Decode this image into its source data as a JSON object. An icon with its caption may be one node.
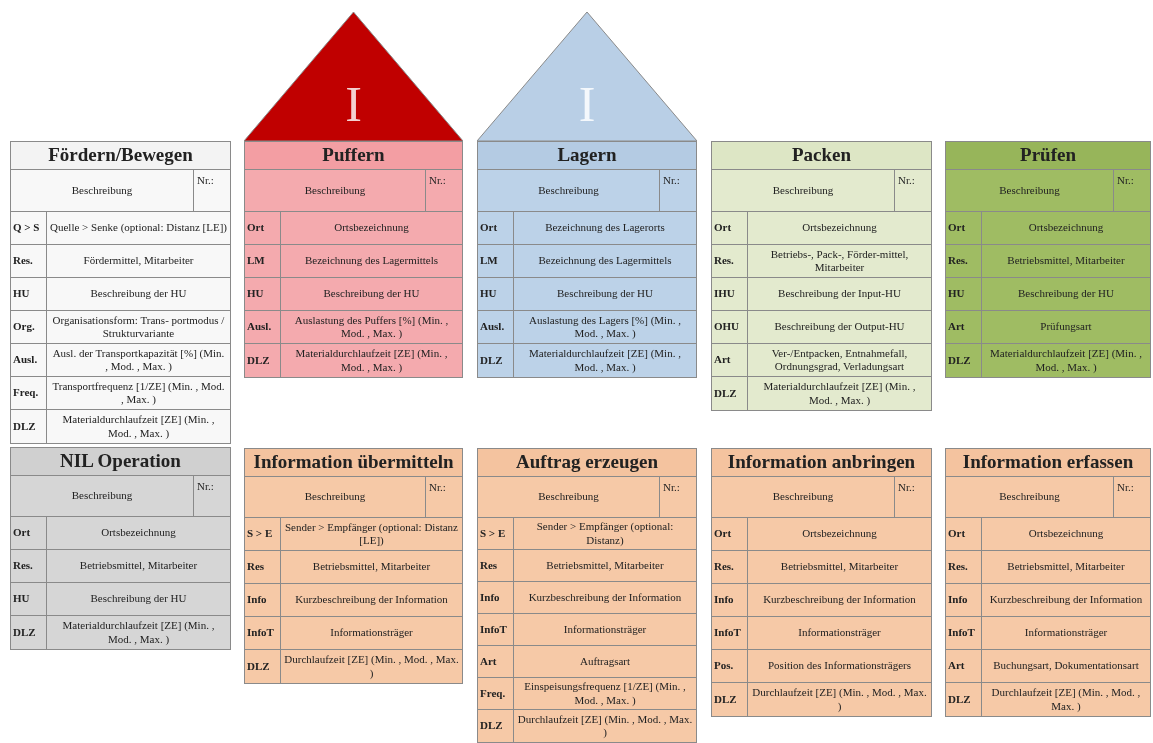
{
  "diagram": {
    "nodes": [
      {
        "text": [
          "I"
        ]
      },
      {
        "text": [
          "I"
        ]
      },
      {
        "text": [
          "Fördern/Bewegen",
          "Beschreibung",
          "Nr.:",
          "Q > S",
          "Quelle > Senke (optional: Distanz [LE])",
          "Res.",
          "Fördermittel, Mitarbeiter",
          "HU",
          "Beschreibung der HU",
          "Org.",
          "Organisationsform: Trans- portmodus / Strukturvariante",
          "Ausl.",
          "Ausl. der Transportkapazität [%] (Min. , Mod. , Max. )",
          "Freq.",
          "Transportfrequenz [1/ZE] (Min. , Mod. , Max. )",
          "DLZ",
          "Materialdurchlaufzeit [ZE] (Min. , Mod. , Max. )"
        ]
      },
      {
        "text": [
          "Puffern",
          "Beschreibung",
          "Nr.:",
          "Ort",
          "Ortsbezeichnung",
          "LM",
          "Bezeichnung des Lagermittels",
          "HU",
          "Beschreibung der HU",
          "Ausl.",
          "Auslastung des Puffers [%] (Min. , Mod. , Max. )",
          "DLZ",
          "Materialdurchlaufzeit [ZE] (Min. , Mod. , Max. )"
        ]
      },
      {
        "text": [
          "Lagern",
          "Beschreibung",
          "Nr.:",
          "Ort",
          "Bezeichnung des Lagerorts",
          "LM",
          "Bezeichnung des Lagermittels",
          "HU",
          "Beschreibung der HU",
          "Ausl.",
          "Auslastung des Lagers [%] (Min. , Mod. , Max. )",
          "DLZ",
          "Materialdurchlaufzeit [ZE] (Min. , Mod. , Max. )"
        ]
      },
      {
        "text": [
          "Packen",
          "Beschreibung",
          "Nr.:",
          "Ort",
          "Ortsbezeichnung",
          "Res.",
          "Betriebs-, Pack-, Förder-mittel, Mitarbeiter",
          "IHU",
          "Beschreibung der Input-HU",
          "OHU",
          "Beschreibung der Output-HU",
          "Art",
          "Ver-/Entpacken, Entnahmefall, Ordnungsgrad, Verladungsart",
          "DLZ",
          "Materialdurchlaufzeit [ZE] (Min. , Mod. , Max. )"
        ]
      },
      {
        "text": [
          "Prüfen",
          "Beschreibung",
          "Nr.:",
          "Ort",
          "Ortsbezeichnung",
          "Res.",
          "Betriebsmittel, Mitarbeiter",
          "HU",
          "Beschreibung der HU",
          "Art",
          "Prüfungsart",
          "DLZ",
          "Materialdurchlaufzeit [ZE] (Min. , Mod. , Max. )"
        ]
      },
      {
        "text": [
          "NIL Operation",
          "Beschreibung",
          "Nr.:",
          "Ort",
          "Ortsbezeichnung",
          "Res.",
          "Betriebsmittel, Mitarbeiter",
          "HU",
          "Beschreibung der HU",
          "DLZ",
          "Materialdurchlaufzeit [ZE] (Min. , Mod. , Max. )"
        ]
      },
      {
        "text": [
          "Information übermitteln",
          "Beschreibung",
          "Nr.:",
          "S > E",
          "Sender > Empfänger (optional: Distanz [LE])",
          "Res",
          "Betriebsmittel, Mitarbeiter",
          "Info",
          "Kurzbeschreibung der Information",
          "InfoT",
          "Informationsträger",
          "DLZ",
          "Durchlaufzeit [ZE] (Min. , Mod. , Max. )"
        ]
      },
      {
        "text": [
          "Auftrag erzeugen",
          "Beschreibung",
          "Nr.:",
          "S > E",
          "Sender > Empfänger (optional: Distanz)",
          "Res",
          "Betriebsmittel, Mitarbeiter",
          "Info",
          "Kurzbeschreibung der Information",
          "InfoT",
          "Informationsträger",
          "Art",
          "Auftragsart",
          "Freq.",
          "Einspeisungsfrequenz [1/ZE] (Min. , Mod. , Max. )",
          "DLZ",
          "Durchlaufzeit [ZE] (Min. , Mod. , Max. )"
        ]
      },
      {
        "text": [
          "Information anbringen",
          "Beschreibung",
          "Nr.:",
          "Ort",
          "Ortsbezeichnung",
          "Res.",
          "Betriebsmittel, Mitarbeiter",
          "Info",
          "Kurzbeschreibung der Information",
          "InfoT",
          "Informationsträger",
          "Pos.",
          "Position des Informationsträgers",
          "DLZ",
          "Durchlaufzeit [ZE] (Min. , Mod. , Max. )"
        ]
      },
      {
        "text": [
          "Information erfassen",
          "Beschreibung",
          "Nr.:",
          "Ort",
          "Ortsbezeichnung",
          "Res.",
          "Betriebsmittel, Mitarbeiter",
          "Info",
          "Kurzbeschreibung der Information",
          "InfoT",
          "Informationsträger",
          "Art",
          "Buchungsart, Dokumentationsart",
          "DLZ",
          "Durchlaufzeit [ZE] (Min. , Mod. , Max. )"
        ]
      }
    ]
  }
}
